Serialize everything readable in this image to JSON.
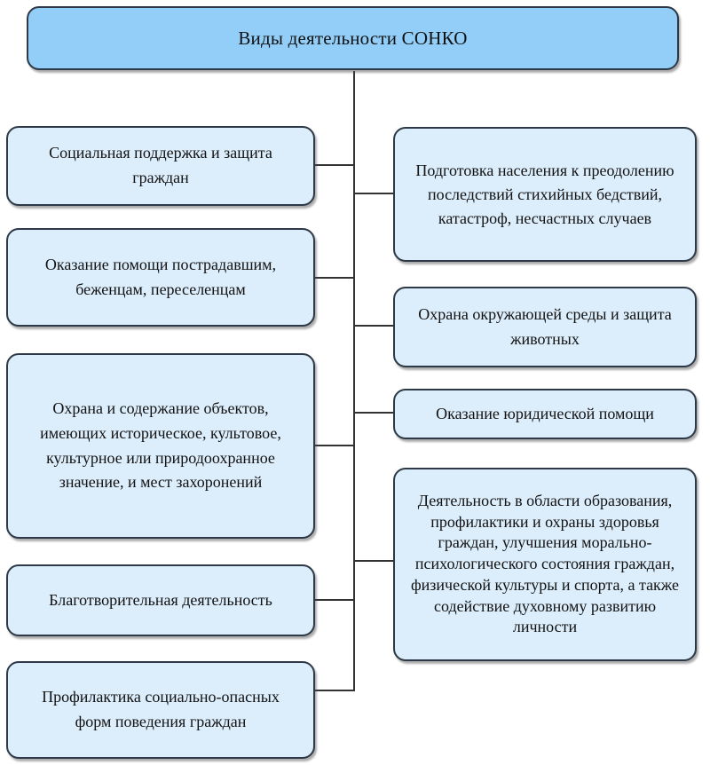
{
  "diagram": {
    "title": "Виды деятельности СОНКО",
    "left_boxes": [
      {
        "text": "Социальная поддержка и защита граждан"
      },
      {
        "text": "Оказание помощи пострадавшим, беженцам, переселенцам"
      },
      {
        "text": "Охрана и содержание объектов, имеющих историческое, культовое, культурное или природоохранное значение, и мест захоронений"
      },
      {
        "text": "Благотворительная деятельность"
      },
      {
        "text": "Профилактика социально-опасных форм поведения граждан"
      }
    ],
    "right_boxes": [
      {
        "text": "Подготовка населения к преодолению последствий стихийных бедствий, катастроф, несчастных случаев"
      },
      {
        "text": "Охрана окружающей среды и защита животных"
      },
      {
        "text": "Оказание юридической помощи"
      },
      {
        "text": "Деятельность в области образования, профилактики и охраны здоровья граждан, улучшения морально-психологического состояния граждан, физической культуры и спорта, а также содействие духовному развитию личности"
      }
    ],
    "colors": {
      "header_fill": "#92cef8",
      "box_fill": "#dcedfb",
      "border": "#2d3947",
      "line": "#333333",
      "background": "#ffffff"
    }
  }
}
